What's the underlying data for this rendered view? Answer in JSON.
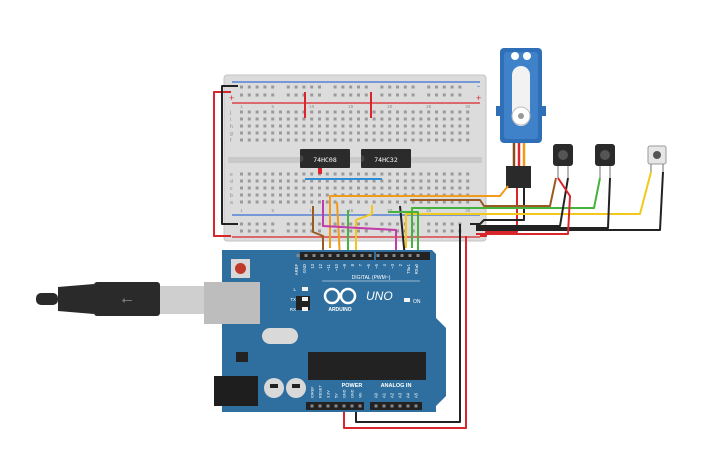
{
  "chips": [
    {
      "label": "74HC08"
    },
    {
      "label": "74HC32"
    }
  ],
  "arduino": {
    "board_label": "UNO",
    "brand": "ARDUINO",
    "digital_header": "DIGITAL (PWM~)",
    "power_header": "POWER",
    "analog_header": "ANALOG IN",
    "on_label": "ON",
    "aref": "AREF",
    "gnd_top": "GND",
    "pin_labels_top": [
      "13",
      "12",
      "~11",
      "~10",
      "~9",
      "8",
      "7",
      "~6",
      "~5",
      "4",
      "~3",
      "2",
      "TX▸1",
      "RX◂0"
    ],
    "power_pins": [
      "IOREF",
      "RESET",
      "3.3V",
      "5V",
      "GND",
      "GND",
      "Vin"
    ],
    "analog_pins": [
      "A0",
      "A1",
      "A2",
      "A3",
      "A4",
      "A5"
    ],
    "led_labels": [
      "L",
      "TX",
      "RX"
    ]
  },
  "breadboard": {
    "rail_plus": "+",
    "rail_minus": "-",
    "row_letters_top": [
      "j",
      "i",
      "h",
      "g",
      "f"
    ],
    "row_letters_bottom": [
      "e",
      "d",
      "c",
      "b",
      "a"
    ],
    "column_numbers": [
      "1",
      "5",
      "10",
      "15",
      "20",
      "25",
      "30"
    ]
  },
  "colors": {
    "wire_red": "#d9262c",
    "wire_black": "#222222",
    "wire_orange": "#f29a1a",
    "wire_yellow": "#f2c91a",
    "wire_green": "#45b33d",
    "wire_brown": "#9a5a22",
    "wire_magenta": "#c23ba8",
    "wire_blue": "#2e8fd6",
    "board_blue": "#2f6f9f"
  }
}
